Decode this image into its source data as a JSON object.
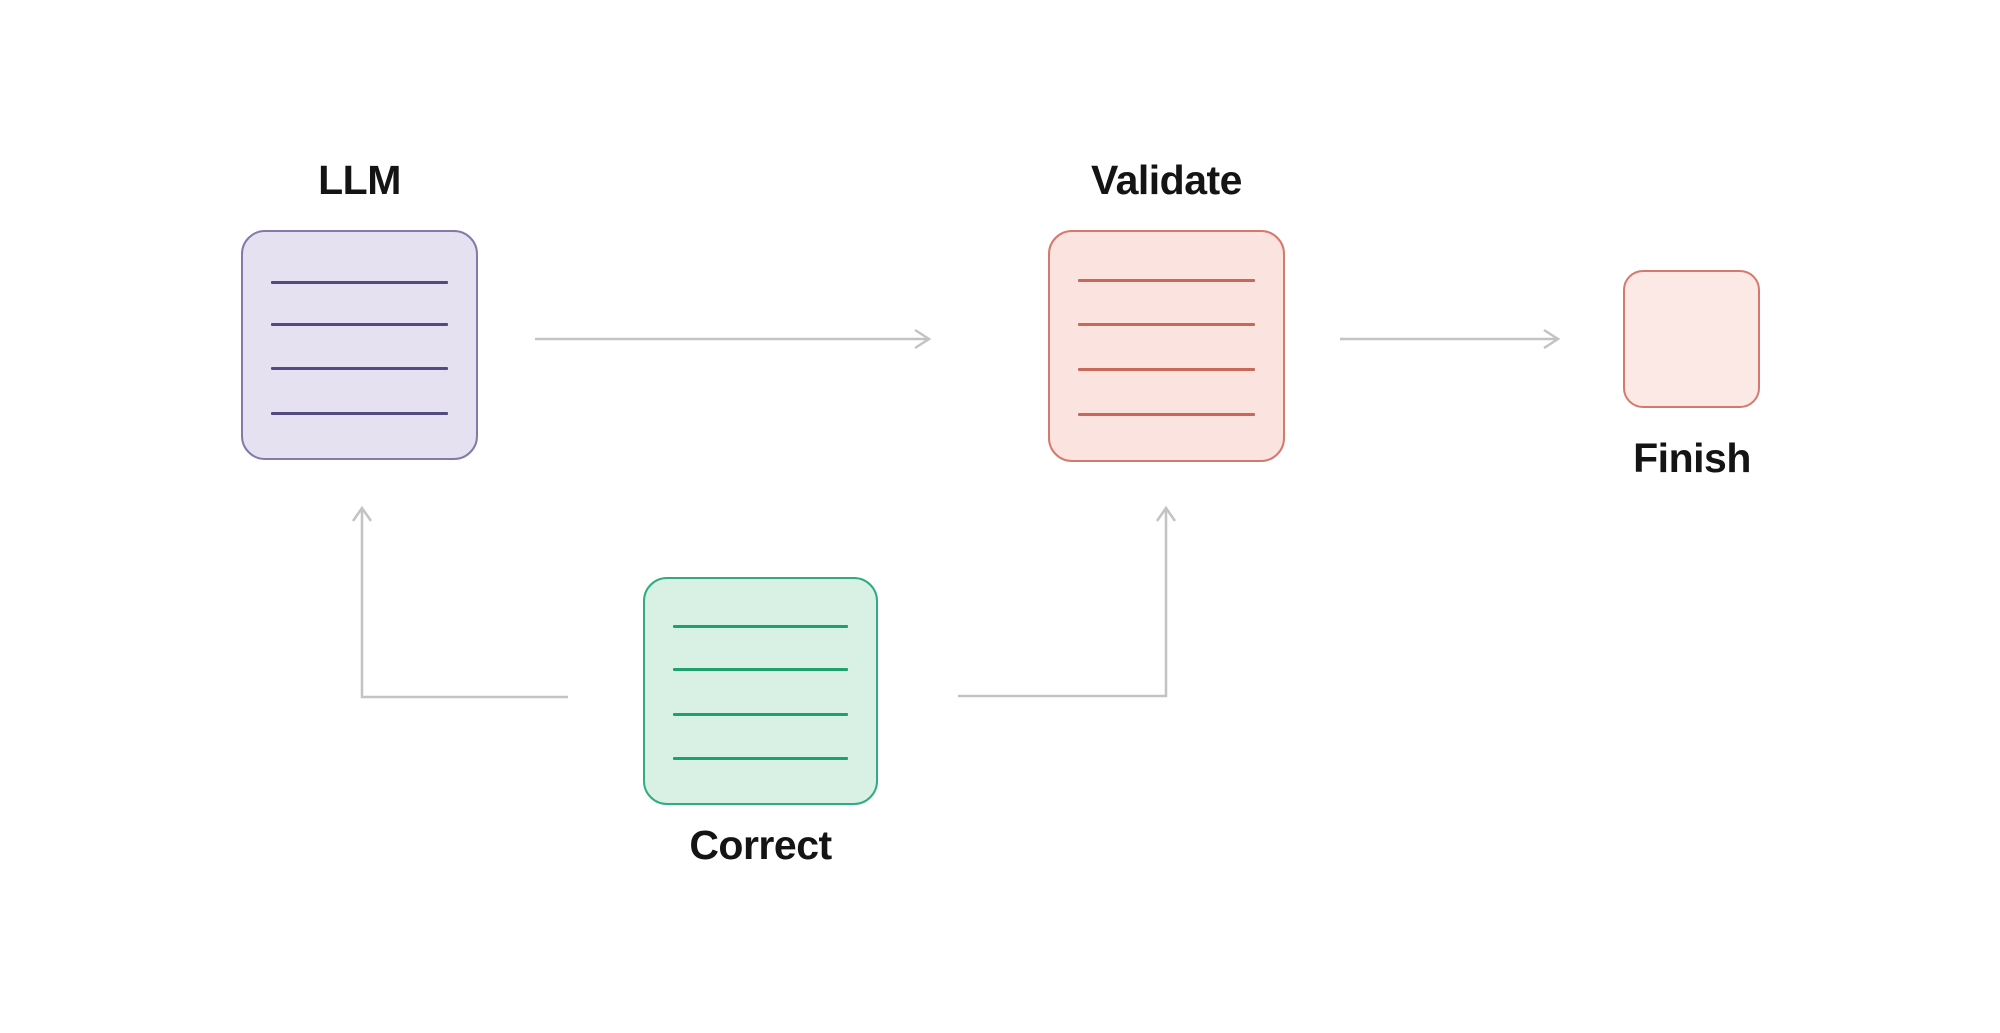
{
  "diagram": {
    "background_color": "#ffffff",
    "arrow_color": "#c3c3c3",
    "label_color": "#141414",
    "nodes": {
      "llm": {
        "label": "LLM",
        "label_position": "top",
        "fill": "#e5e1f0",
        "border_color": "#837aab",
        "rule_color": "#514b82",
        "rule_count": 4
      },
      "validate": {
        "label": "Validate",
        "label_position": "top",
        "fill": "#fbe3df",
        "border_color": "#d5796c",
        "rule_color": "#c8685a",
        "rule_count": 4
      },
      "correct": {
        "label": "Correct",
        "label_position": "bottom",
        "fill": "#d9f1e5",
        "border_color": "#30ac81",
        "rule_color": "#1da26e",
        "rule_count": 4
      },
      "finish": {
        "label": "Finish",
        "label_position": "bottom",
        "fill": "#fce9e5",
        "border_color": "#d5796c",
        "rule_color": null,
        "rule_count": 0
      }
    },
    "edges": [
      {
        "from": "llm",
        "to": "validate",
        "style": "straight-right"
      },
      {
        "from": "validate",
        "to": "finish",
        "style": "straight-right"
      },
      {
        "from": "correct",
        "to": "llm",
        "style": "elbow-left-up"
      },
      {
        "from": "correct",
        "to": "validate",
        "style": "elbow-right-up"
      }
    ]
  }
}
